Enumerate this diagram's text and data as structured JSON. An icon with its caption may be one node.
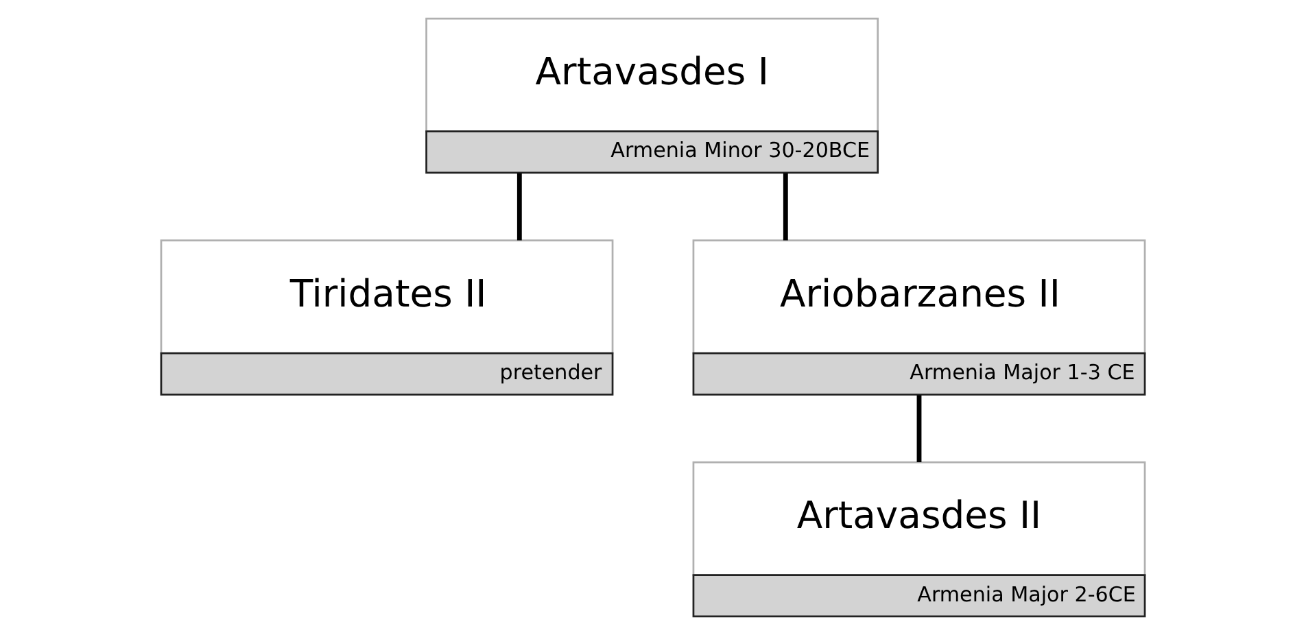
{
  "diagram": {
    "nodes": [
      {
        "text": [
          "Artavasdes I",
          "Armenia Minor 30-20BCE"
        ]
      },
      {
        "text": [
          "Tiridates II",
          "pretender"
        ]
      },
      {
        "text": [
          "Ariobarzanes II",
          "Armenia Major 1-3 CE"
        ]
      },
      {
        "text": [
          "Artavasdes II",
          "Armenia Major 2-6CE"
        ]
      }
    ],
    "edges": [
      {
        "from": 0,
        "to": 1,
        "arrow": "none"
      },
      {
        "from": 0,
        "to": 2,
        "arrow": "none"
      },
      {
        "from": 2,
        "to": 3,
        "arrow": "none"
      }
    ]
  }
}
